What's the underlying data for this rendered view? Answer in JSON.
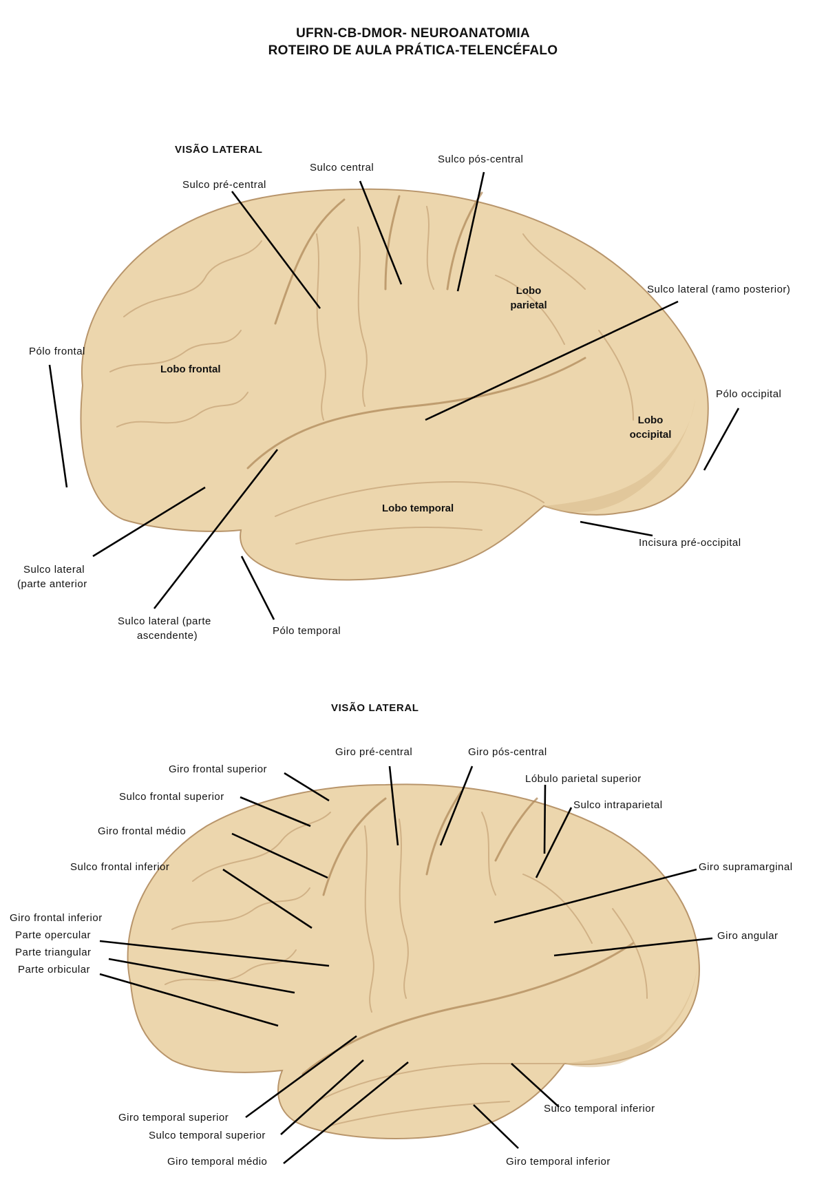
{
  "header": {
    "line1": "UFRN-CB-DMOR- NEUROANATOMIA",
    "line2": "ROTEIRO DE AULA PRÁTICA-TELENCÉFALO"
  },
  "figure1": {
    "heading": "VISÃO LATERAL",
    "labels": {
      "sulco_pre_central": "Sulco  pré-central",
      "sulco_central": "Sulco central",
      "sulco_pos_central": "Sulco pós-central",
      "sulco_lateral_ramo_posterior": "Sulco lateral (ramo posterior)",
      "polo_frontal": "Pólo frontal",
      "polo_occipital": "Pólo occipital",
      "incisura_pre_occipital": "Incisura pré-occipital",
      "sulco_lateral_parte_anterior_1": "Sulco  lateral",
      "sulco_lateral_parte_anterior_2": "(parte anterior",
      "sulco_lateral_parte_ascendente_1": "Sulco  lateral (parte",
      "sulco_lateral_parte_ascendente_2": "ascendente)",
      "polo_temporal": "Pólo temporal"
    },
    "lobes": {
      "frontal": "Lobo frontal",
      "parietal_1": "Lobo",
      "parietal_2": "parietal",
      "occipital_1": "Lobo",
      "occipital_2": "occipital",
      "temporal": "Lobo temporal"
    }
  },
  "figure2": {
    "heading": "VISÃO LATERAL",
    "labels": {
      "giro_pre_central": "Giro  pré-central",
      "giro_pos_central": "Giro pós-central",
      "giro_frontal_superior": "Giro frontal superior",
      "lobulo_parietal_superior": "Lóbulo parietal superior",
      "sulco_frontal_superior": "Sulco  frontal superior",
      "sulco_intraparietal": "Sulco  intraparietal",
      "giro_frontal_medio": "Giro frontal médio",
      "sulco_frontal_inferior": "Sulco  frontal inferior",
      "giro_supramarginal": "Giro supramarginal",
      "giro_frontal_inferior": "Giro frontal inferior",
      "parte_opercular": "Parte opercular",
      "parte_triangular": "Parte triangular",
      "parte_orbicular": "Parte orbicular",
      "giro_angular": "Giro angular",
      "sulco_temporal_inferior": "Sulco  temporal inferior",
      "giro_temporal_superior": "Giro temporal superior",
      "sulco_temporal_superior": "Sulco  temporal superior",
      "giro_temporal_medio": "Giro temporal médio",
      "giro_temporal_inferior": "Giro temporal inferior"
    }
  }
}
